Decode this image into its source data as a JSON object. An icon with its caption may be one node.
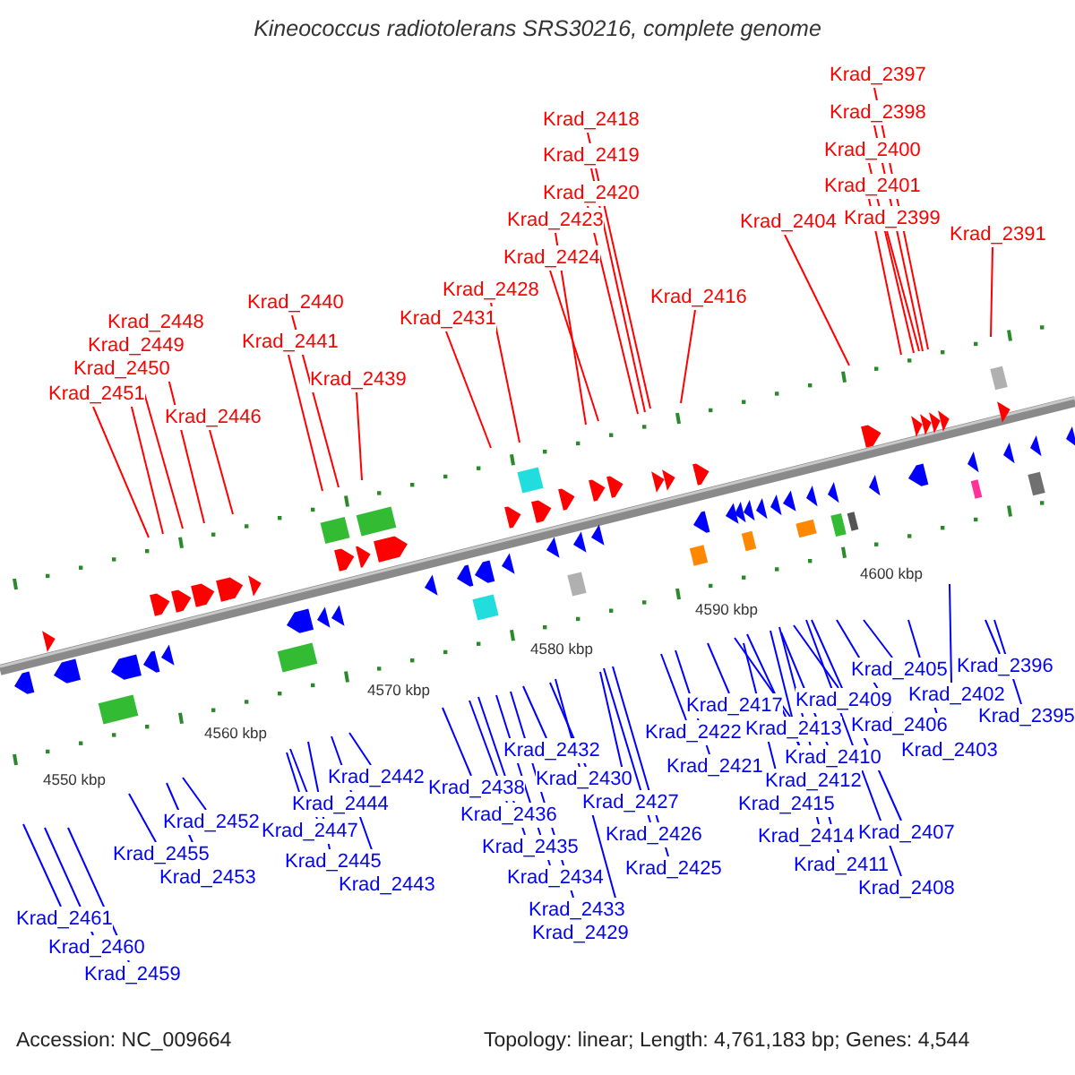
{
  "diagram": {
    "title": "Kineococcus radiotolerans SRS30216, complete genome",
    "nodes": [
      {
        "text": [
          "Krad_2451"
        ]
      },
      {
        "text": [
          "Krad_2450"
        ]
      },
      {
        "text": [
          "Krad_2449"
        ]
      },
      {
        "text": [
          "Krad_2448"
        ]
      },
      {
        "text": [
          "Krad_2446"
        ]
      },
      {
        "text": [
          "Krad_2440"
        ]
      },
      {
        "text": [
          "Krad_2441"
        ]
      },
      {
        "text": [
          "Krad_2439"
        ]
      },
      {
        "text": [
          "Krad_2431"
        ]
      },
      {
        "text": [
          "Krad_2428"
        ]
      },
      {
        "text": [
          "Krad_2423"
        ]
      },
      {
        "text": [
          "Krad_2424"
        ]
      },
      {
        "text": [
          "Krad_2418"
        ]
      },
      {
        "text": [
          "Krad_2419"
        ]
      },
      {
        "text": [
          "Krad_2420"
        ]
      },
      {
        "text": [
          "Krad_2416"
        ]
      },
      {
        "text": [
          "Krad_2404"
        ]
      },
      {
        "text": [
          "Krad_2397"
        ]
      },
      {
        "text": [
          "Krad_2398"
        ]
      },
      {
        "text": [
          "Krad_2400"
        ]
      },
      {
        "text": [
          "Krad_2401"
        ]
      },
      {
        "text": [
          "Krad_2399"
        ]
      },
      {
        "text": [
          "Krad_2391"
        ]
      },
      {
        "text": [
          "Krad_2461"
        ]
      },
      {
        "text": [
          "Krad_2460"
        ]
      },
      {
        "text": [
          "Krad_2459"
        ]
      },
      {
        "text": [
          "Krad_2455"
        ]
      },
      {
        "text": [
          "Krad_2452"
        ]
      },
      {
        "text": [
          "Krad_2453"
        ]
      },
      {
        "text": [
          "Krad_2442"
        ]
      },
      {
        "text": [
          "Krad_2444"
        ]
      },
      {
        "text": [
          "Krad_2447"
        ]
      },
      {
        "text": [
          "Krad_2445"
        ]
      },
      {
        "text": [
          "Krad_2443"
        ]
      },
      {
        "text": [
          "Krad_2438"
        ]
      },
      {
        "text": [
          "Krad_2436"
        ]
      },
      {
        "text": [
          "Krad_2435"
        ]
      },
      {
        "text": [
          "Krad_2434"
        ]
      },
      {
        "text": [
          "Krad_2433"
        ]
      },
      {
        "text": [
          "Krad_2429"
        ]
      },
      {
        "text": [
          "Krad_2432"
        ]
      },
      {
        "text": [
          "Krad_2430"
        ]
      },
      {
        "text": [
          "Krad_2427"
        ]
      },
      {
        "text": [
          "Krad_2426"
        ]
      },
      {
        "text": [
          "Krad_2425"
        ]
      },
      {
        "text": [
          "Krad_2422"
        ]
      },
      {
        "text": [
          "Krad_2421"
        ]
      },
      {
        "text": [
          "Krad_2417"
        ]
      },
      {
        "text": [
          "Krad_2413"
        ]
      },
      {
        "text": [
          "Krad_2409"
        ]
      },
      {
        "text": [
          "Krad_2410"
        ]
      },
      {
        "text": [
          "Krad_2412"
        ]
      },
      {
        "text": [
          "Krad_2415"
        ]
      },
      {
        "text": [
          "Krad_2414"
        ]
      },
      {
        "text": [
          "Krad_2411"
        ]
      },
      {
        "text": [
          "Krad_2405"
        ]
      },
      {
        "text": [
          "Krad_2406"
        ]
      },
      {
        "text": [
          "Krad_2407"
        ]
      },
      {
        "text": [
          "Krad_2408"
        ]
      },
      {
        "text": [
          "Krad_2402"
        ]
      },
      {
        "text": [
          "Krad_2403"
        ]
      },
      {
        "text": [
          "Krad_2396"
        ]
      },
      {
        "text": [
          "Krad_2395"
        ]
      }
    ],
    "edges": [
      {
        "from": 0,
        "to": null,
        "arrow": "none",
        "color": "#ff0000"
      },
      {
        "from": 1,
        "to": null,
        "arrow": "none",
        "color": "#ff0000"
      },
      {
        "from": 2,
        "to": null,
        "arrow": "none",
        "color": "#ff0000"
      },
      {
        "from": 3,
        "to": null,
        "arrow": "none",
        "color": "#ff0000"
      },
      {
        "from": 4,
        "to": null,
        "arrow": "none",
        "color": "#ff0000"
      },
      {
        "from": 5,
        "to": null,
        "arrow": "none",
        "color": "#ff0000"
      },
      {
        "from": 6,
        "to": null,
        "arrow": "none",
        "color": "#ff0000"
      },
      {
        "from": 7,
        "to": null,
        "arrow": "none",
        "color": "#ff0000"
      },
      {
        "from": 8,
        "to": null,
        "arrow": "none",
        "color": "#ff0000"
      },
      {
        "from": 9,
        "to": null,
        "arrow": "none",
        "color": "#ff0000"
      },
      {
        "from": 10,
        "to": null,
        "arrow": "none",
        "color": "#ff0000"
      },
      {
        "from": 11,
        "to": null,
        "arrow": "none",
        "color": "#ff0000"
      },
      {
        "from": 12,
        "to": null,
        "arrow": "none",
        "color": "#ff0000"
      },
      {
        "from": 13,
        "to": null,
        "arrow": "none",
        "color": "#ff0000"
      },
      {
        "from": 14,
        "to": null,
        "arrow": "none",
        "color": "#ff0000"
      },
      {
        "from": 15,
        "to": null,
        "arrow": "none",
        "color": "#ff0000"
      },
      {
        "from": 16,
        "to": null,
        "arrow": "none",
        "color": "#ff0000"
      },
      {
        "from": 17,
        "to": null,
        "arrow": "none",
        "color": "#ff0000"
      },
      {
        "from": 18,
        "to": null,
        "arrow": "none",
        "color": "#ff0000"
      },
      {
        "from": 19,
        "to": null,
        "arrow": "none",
        "color": "#ff0000"
      },
      {
        "from": 20,
        "to": null,
        "arrow": "none",
        "color": "#ff0000"
      },
      {
        "from": 21,
        "to": null,
        "arrow": "none",
        "color": "#ff0000"
      },
      {
        "from": 22,
        "to": null,
        "arrow": "none",
        "color": "#ff0000"
      },
      {
        "from": 23,
        "to": null,
        "arrow": "none"
      },
      {
        "from": 24,
        "to": null,
        "arrow": "none"
      },
      {
        "from": 25,
        "to": null,
        "arrow": "none"
      },
      {
        "from": 26,
        "to": null,
        "arrow": "none"
      },
      {
        "from": 27,
        "to": null,
        "arrow": "none"
      },
      {
        "from": 28,
        "to": null,
        "arrow": "none"
      },
      {
        "from": 29,
        "to": null,
        "arrow": "none"
      },
      {
        "from": 30,
        "to": null,
        "arrow": "none"
      },
      {
        "from": 31,
        "to": null,
        "arrow": "none"
      },
      {
        "from": 32,
        "to": null,
        "arrow": "none"
      },
      {
        "from": 33,
        "to": null,
        "arrow": "none"
      },
      {
        "from": 34,
        "to": null,
        "arrow": "none"
      },
      {
        "from": 35,
        "to": null,
        "arrow": "none"
      },
      {
        "from": 36,
        "to": null,
        "arrow": "none"
      },
      {
        "from": 37,
        "to": null,
        "arrow": "none"
      },
      {
        "from": 38,
        "to": null,
        "arrow": "none"
      },
      {
        "from": 39,
        "to": null,
        "arrow": "none"
      },
      {
        "from": 40,
        "to": null,
        "arrow": "none"
      },
      {
        "from": 41,
        "to": null,
        "arrow": "none"
      },
      {
        "from": 42,
        "to": null,
        "arrow": "none"
      },
      {
        "from": 43,
        "to": null,
        "arrow": "none"
      },
      {
        "from": 44,
        "to": null,
        "arrow": "none"
      },
      {
        "from": 45,
        "to": null,
        "arrow": "none"
      },
      {
        "from": 46,
        "to": null,
        "arrow": "none"
      },
      {
        "from": 47,
        "to": null,
        "arrow": "none"
      },
      {
        "from": 48,
        "to": null,
        "arrow": "none"
      },
      {
        "from": 49,
        "to": null,
        "arrow": "none"
      },
      {
        "from": 50,
        "to": null,
        "arrow": "none"
      },
      {
        "from": 51,
        "to": null,
        "arrow": "none"
      },
      {
        "from": 52,
        "to": null,
        "arrow": "none"
      },
      {
        "from": 53,
        "to": null,
        "arrow": "none"
      },
      {
        "from": 54,
        "to": null,
        "arrow": "none"
      },
      {
        "from": 55,
        "to": null,
        "arrow": "none"
      },
      {
        "from": 56,
        "to": null,
        "arrow": "none"
      },
      {
        "from": 57,
        "to": null,
        "arrow": "none"
      },
      {
        "from": 58,
        "to": null,
        "arrow": "none"
      },
      {
        "from": 59,
        "to": null,
        "arrow": "none"
      },
      {
        "from": 60,
        "to": null,
        "arrow": "none"
      },
      {
        "from": 61,
        "to": null,
        "arrow": "none"
      },
      {
        "from": 62,
        "to": null,
        "arrow": "none"
      }
    ],
    "labels": [
      "4550 kbp",
      "4560 kbp",
      "4570 kbp",
      "4580 kbp",
      "4590 kbp",
      "4600 kbp",
      "Accession: NC_009664",
      "Topology: linear; Length: 4,761,183 bp; Genes: 4,544"
    ]
  }
}
